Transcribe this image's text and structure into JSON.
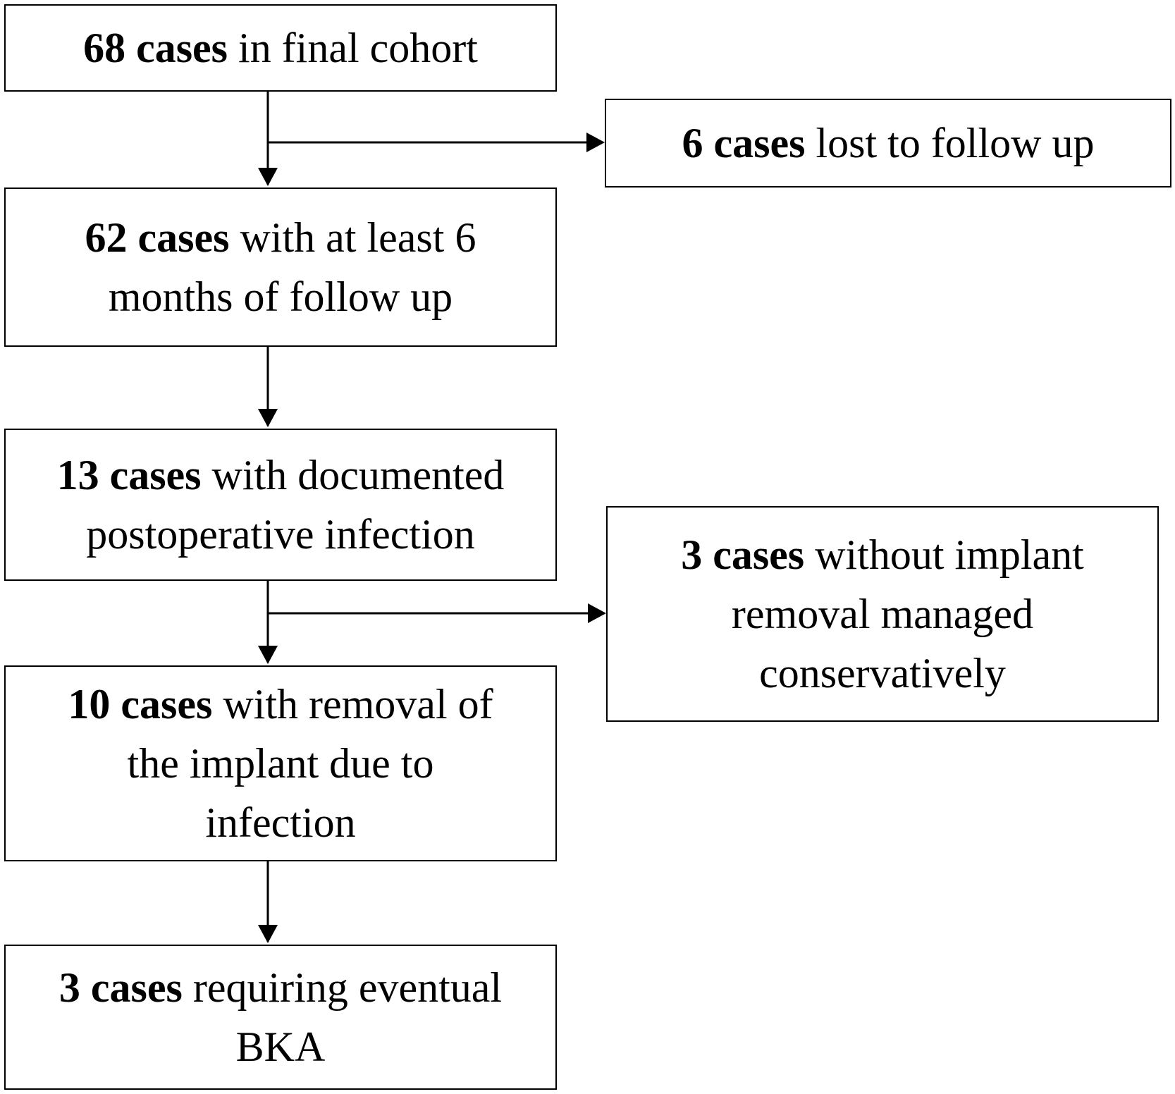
{
  "boxes": {
    "final_cohort": {
      "bold": "68 cases",
      "rest": " in final cohort"
    },
    "lost_follow_up": {
      "bold": "6 cases",
      "rest": " lost to follow up"
    },
    "six_month_follow_up": {
      "bold": "62 cases",
      "rest": " with at least 6",
      "line2": "months of follow up"
    },
    "documented_infection": {
      "bold": "13 cases",
      "rest": " with documented",
      "line2": "postoperative infection"
    },
    "conservative": {
      "bold": "3 cases",
      "rest": " without implant",
      "line2": "removal managed",
      "line3": "conservatively"
    },
    "implant_removal": {
      "bold": "10 cases",
      "rest": " with removal of",
      "line2": "the implant due to",
      "line3": "infection"
    },
    "bka": {
      "bold": "3 cases",
      "rest": " requiring eventual",
      "line2": "BKA"
    }
  },
  "colors": {
    "stroke": "#000000",
    "background": "#ffffff"
  }
}
